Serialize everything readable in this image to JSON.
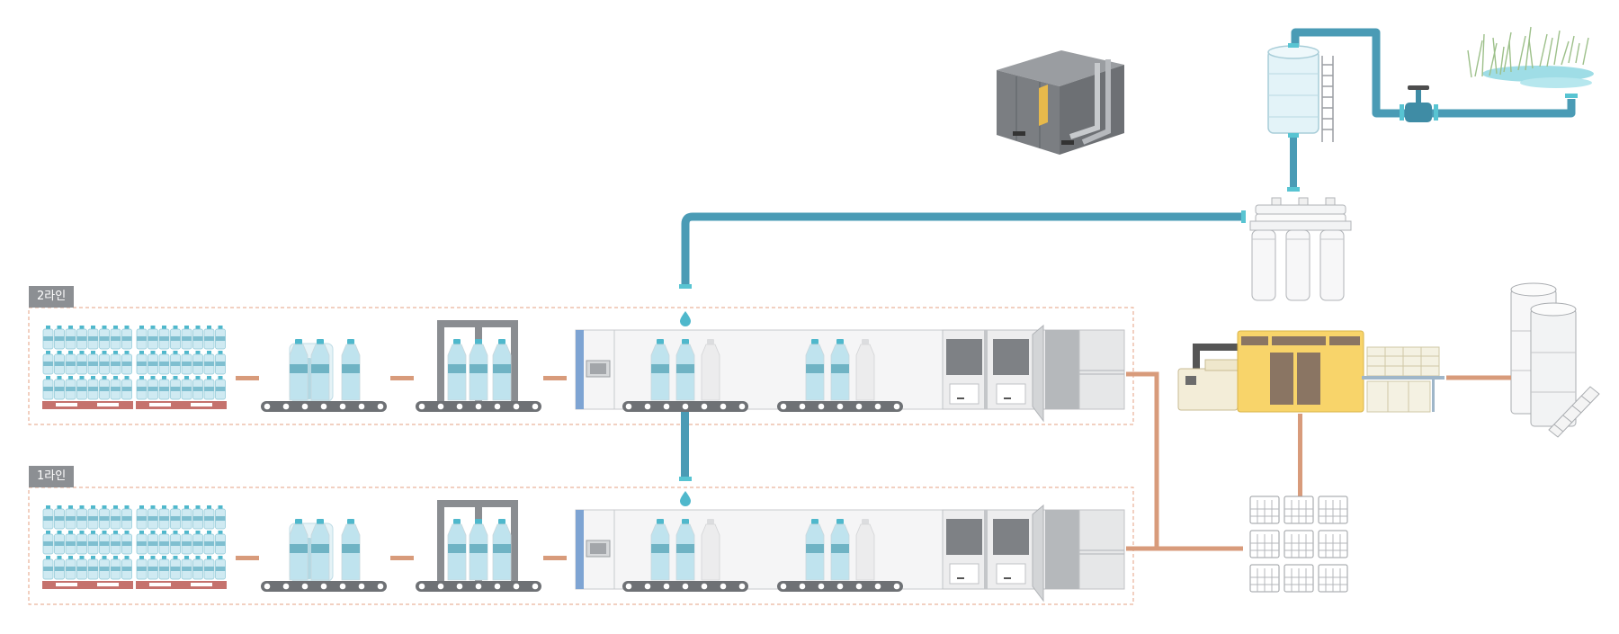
{
  "lines": [
    {
      "id": "line-2",
      "label": "2라인"
    },
    {
      "id": "line-1",
      "label": "1라인"
    }
  ],
  "colors": {
    "water_pipe": "#4a9bb5",
    "connector": "#d89b7b",
    "conveyor": "#6e7175",
    "bottle_cap": "#4fb8cc",
    "bottle_body": "#bfe3ee",
    "machine_gray": "#8a8d91",
    "blow_molder": "#f8d46a",
    "dashed_border": "#e6a183",
    "pallet": "#c5726d"
  },
  "icons": [
    "water-source-icon",
    "valve-icon",
    "water-tower-icon",
    "generator-icon",
    "filter-icon",
    "pellet-silo-icon",
    "blow-molding-machine-icon",
    "preform-crate-icon",
    "water-drop-icon"
  ]
}
